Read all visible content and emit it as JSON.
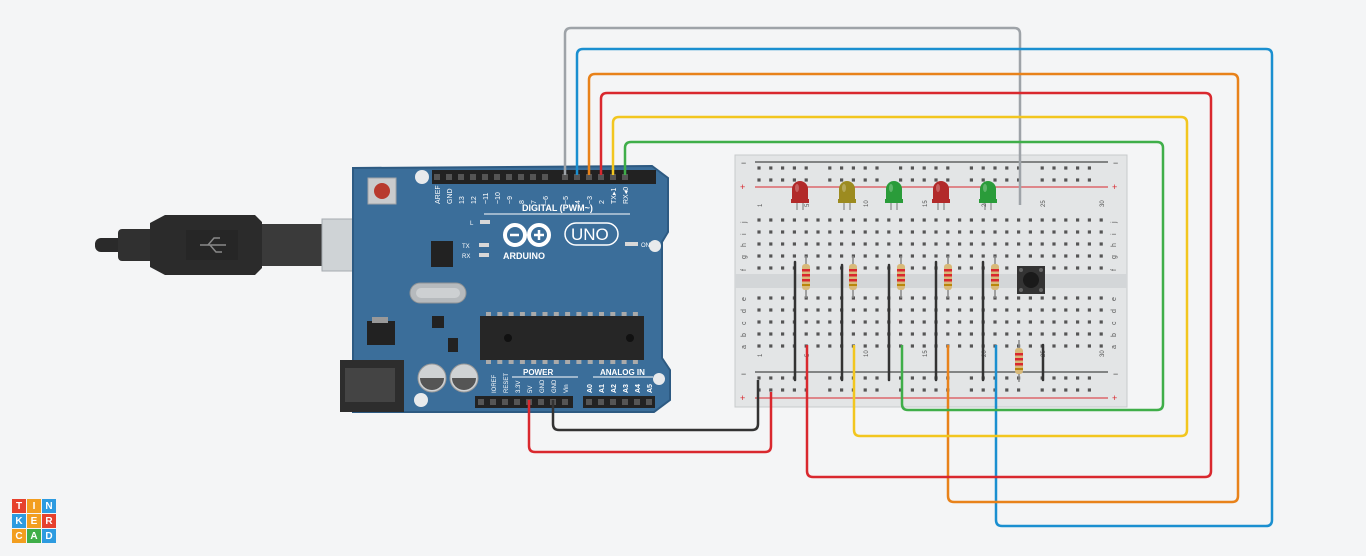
{
  "board": {
    "logo_text": "ARDUINO",
    "model": "UNO",
    "digital_header": "DIGITAL (PWM~)",
    "top_pin_labels": [
      "AREF",
      "GND",
      "13",
      "12",
      "~11",
      "~10",
      "~9",
      "8",
      "7",
      "~6",
      "~5",
      "4",
      "~3",
      "2",
      "TX▸1",
      "RX◂0"
    ],
    "power_header": "POWER",
    "analog_header": "ANALOG IN",
    "power_pin_labels": [
      "IOREF",
      "RESET",
      "3.3V",
      "5V",
      "GND",
      "GND",
      "Vin"
    ],
    "analog_pin_labels": [
      "A0",
      "A1",
      "A2",
      "A3",
      "A4",
      "A5"
    ],
    "led_labels": {
      "l": "L",
      "tx": "TX",
      "rx": "RX",
      "on": "ON"
    },
    "colors": {
      "board": "#3b6e9a",
      "board_edge": "#2d5a82"
    }
  },
  "breadboard": {
    "column_numbers_top": [
      "1",
      "",
      "",
      "",
      "5",
      "",
      "",
      "",
      "",
      "10",
      "",
      "",
      "",
      "",
      "15",
      "",
      "",
      "",
      "",
      "20",
      "",
      "",
      "",
      "",
      "25",
      "",
      "",
      "",
      "",
      "30"
    ],
    "row_letters_top": [
      "j",
      "i",
      "h",
      "g",
      "f"
    ],
    "row_letters_bottom": [
      "e",
      "d",
      "c",
      "b",
      "a"
    ],
    "rail_plus": "+",
    "rail_minus": "−"
  },
  "components": {
    "leds": [
      {
        "name": "led-red-1",
        "color": "#b22a2a"
      },
      {
        "name": "led-yellow",
        "color": "#9c8b20"
      },
      {
        "name": "led-green-1",
        "color": "#2a9c3a"
      },
      {
        "name": "led-red-2",
        "color": "#b22a2a"
      },
      {
        "name": "led-green-2",
        "color": "#2a9c3a"
      }
    ]
  },
  "wire_colors": {
    "gray": "#9ea3a8",
    "blue": "#1a8fd0",
    "orange": "#e8821a",
    "red": "#d9282e",
    "yellow": "#f2c61f",
    "green": "#3fae49",
    "black": "#333333"
  },
  "branding": {
    "letters": [
      "T",
      "I",
      "N",
      "K",
      "E",
      "R",
      "C",
      "A",
      "D"
    ],
    "colors": [
      "#e6412d",
      "#f29e1f",
      "#2d9be0",
      "#2d9be0",
      "#f29e1f",
      "#e6412d",
      "#f29e1f",
      "#3fae49",
      "#2d9be0"
    ]
  }
}
